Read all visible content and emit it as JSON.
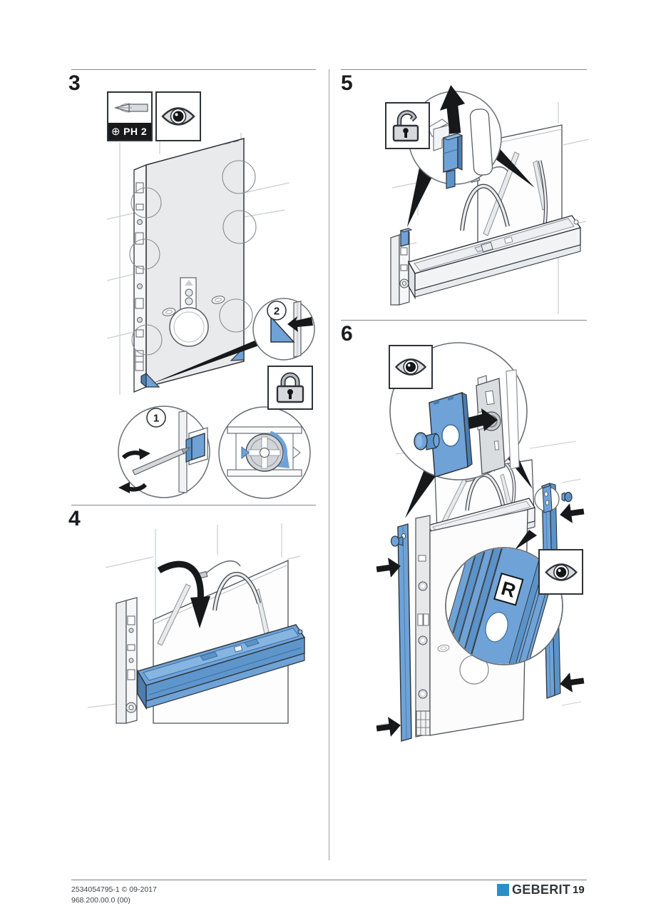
{
  "steps": {
    "step3": {
      "number": "3",
      "tool_symbol": "⊕",
      "tool_label": "PH 2",
      "callout1": "1",
      "callout2": "2"
    },
    "step4": {
      "number": "4"
    },
    "step5": {
      "number": "5"
    },
    "step6": {
      "number": "6",
      "rail_label": "R"
    }
  },
  "icons": {
    "tool": "phillips-screwdriver-bit",
    "visual_check": "eye",
    "locked": "padlock-closed",
    "unlocked": "padlock-open"
  },
  "colors": {
    "accent_blue": "#6FA3D8",
    "accent_blue_dark": "#4E7CAD",
    "brand_blue": "#2D8FC6",
    "outline": "#2E3338"
  },
  "footer": {
    "doc_ref": "2534054795-1 © 09-2017",
    "article_code": "968.200.00.0 (00)",
    "brand": "GEBERIT",
    "page_number": "19"
  }
}
